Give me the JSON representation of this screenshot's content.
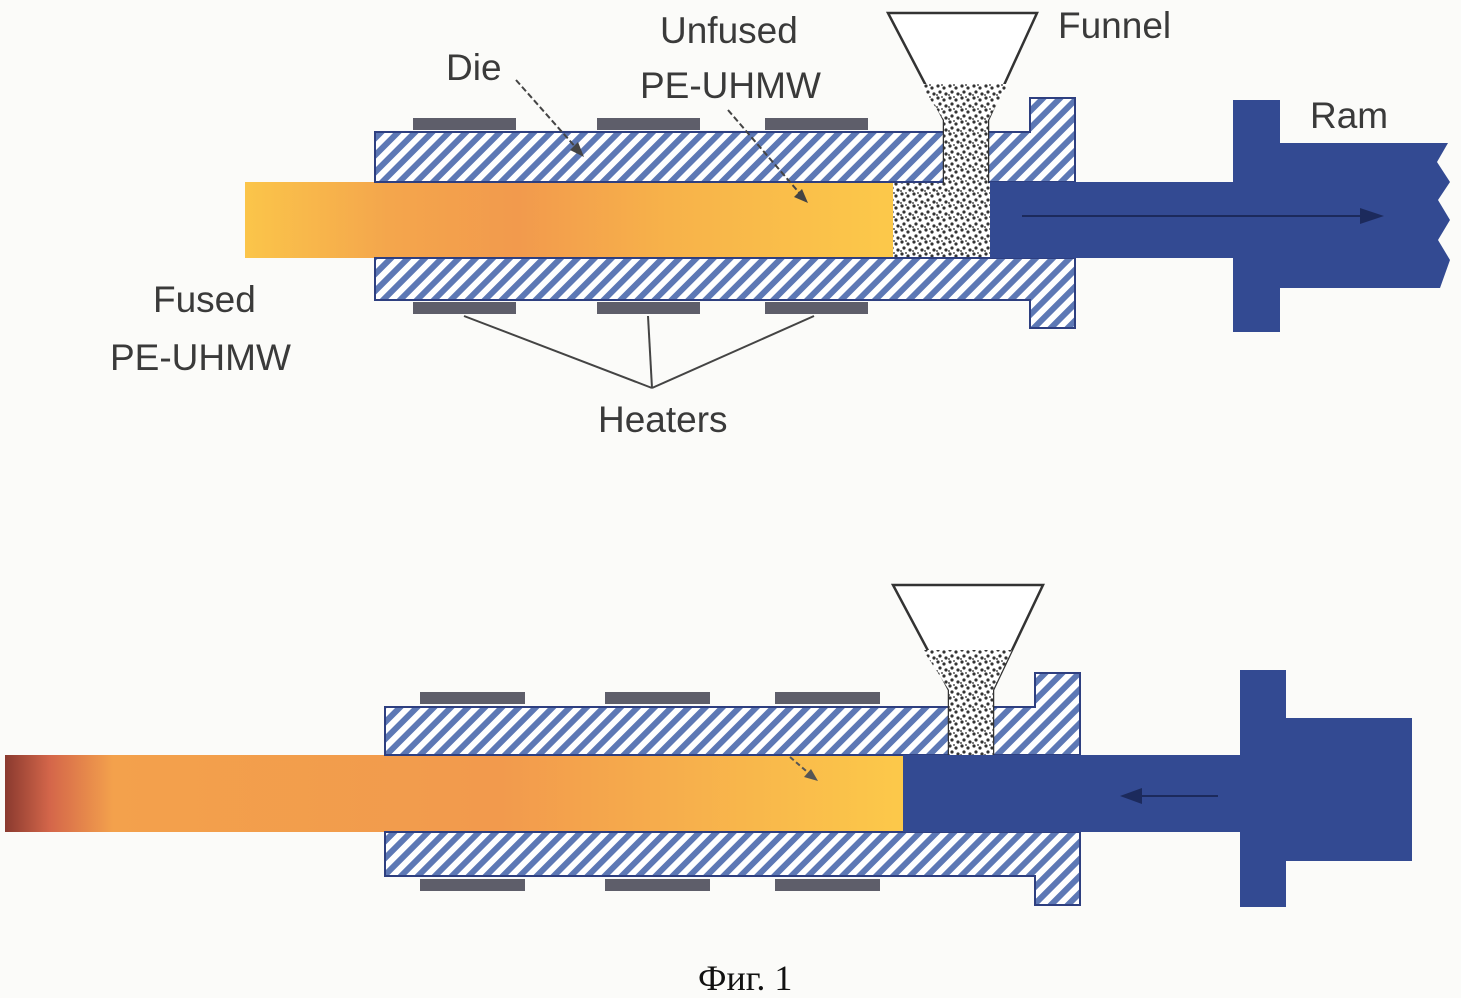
{
  "figure": {
    "top_labels": {
      "die": "Die",
      "unfused": [
        "Unfused",
        "PE-UHMW"
      ],
      "funnel": "Funnel",
      "ram": "Ram",
      "fused": [
        "Fused",
        "PE-UHMW"
      ],
      "heaters": "Heaters"
    },
    "caption": "Фиг. 1"
  },
  "colors": {
    "ram": "#334a92",
    "hatch": "#5d78b5",
    "heater": "#5e5e6a",
    "melt_light": "#fbc54a",
    "melt_warm": "#f5914a",
    "melt_dark": "#8a3a2f",
    "granules": "#3a3a3a"
  }
}
